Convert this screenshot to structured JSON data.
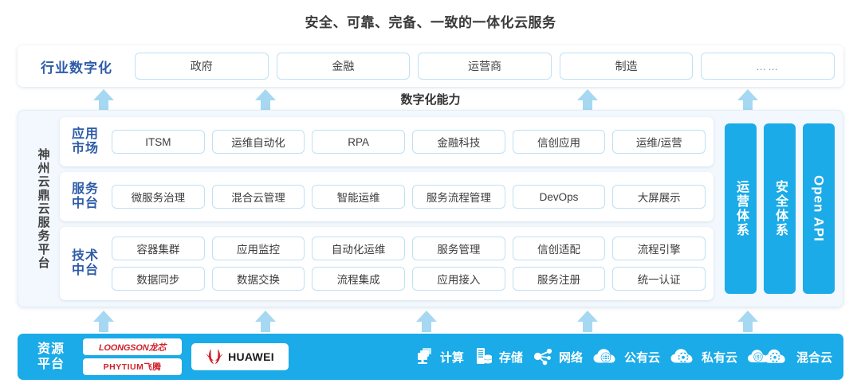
{
  "title": "安全、可靠、完备、一致的一体化云服务",
  "capability_title": "数字化能力",
  "industry": {
    "label": "行业数字化",
    "chips": [
      "政府",
      "金融",
      "运营商",
      "制造",
      "……"
    ]
  },
  "platform": {
    "label": "神州云鼎云服务平台",
    "layers": [
      {
        "label_line1": "应用",
        "label_line2": "市场",
        "rows": [
          [
            "ITSM",
            "运维自动化",
            "RPA",
            "金融科技",
            "信创应用",
            "运维/运营"
          ]
        ]
      },
      {
        "label_line1": "服务",
        "label_line2": "中台",
        "rows": [
          [
            "微服务治理",
            "混合云管理",
            "智能运维",
            "服务流程管理",
            "DevOps",
            "大屏展示"
          ]
        ]
      },
      {
        "label_line1": "技术",
        "label_line2": "中台",
        "rows": [
          [
            "容器集群",
            "应用监控",
            "自动化运维",
            "服务管理",
            "信创适配",
            "流程引擎"
          ],
          [
            "数据同步",
            "数据交换",
            "流程集成",
            "应用接入",
            "服务注册",
            "统一认证"
          ]
        ]
      }
    ],
    "vertical_bars": [
      "运营体系",
      "安全体系",
      "Open API"
    ]
  },
  "resource": {
    "label_line1": "资源",
    "label_line2": "平台",
    "vendors": [
      "LOONGSON龙芯",
      "PHYTIUM飞腾"
    ],
    "huawei": "HUAWEI",
    "items": [
      {
        "icon": "compute-icon",
        "label": "计算"
      },
      {
        "icon": "storage-icon",
        "label": "存储"
      },
      {
        "icon": "network-icon",
        "label": "网络"
      },
      {
        "icon": "public-cloud-icon",
        "label": "公有云"
      },
      {
        "icon": "private-cloud-icon",
        "label": "私有云"
      },
      {
        "icon": "hybrid-cloud-icon",
        "label": "混合云"
      }
    ]
  },
  "colors": {
    "accent_blue": "#1aabe8",
    "arrow_blue": "#a6d8f2",
    "label_blue": "#2f5ca8",
    "chip_border": "#bfe0f5",
    "panel_bg": "#f2f8fd",
    "vendor_red": "#d0232b"
  },
  "arrows": {
    "top_x": [
      130,
      333,
      737,
      938
    ],
    "bottom_x": [
      130,
      333,
      535,
      737,
      938
    ]
  }
}
